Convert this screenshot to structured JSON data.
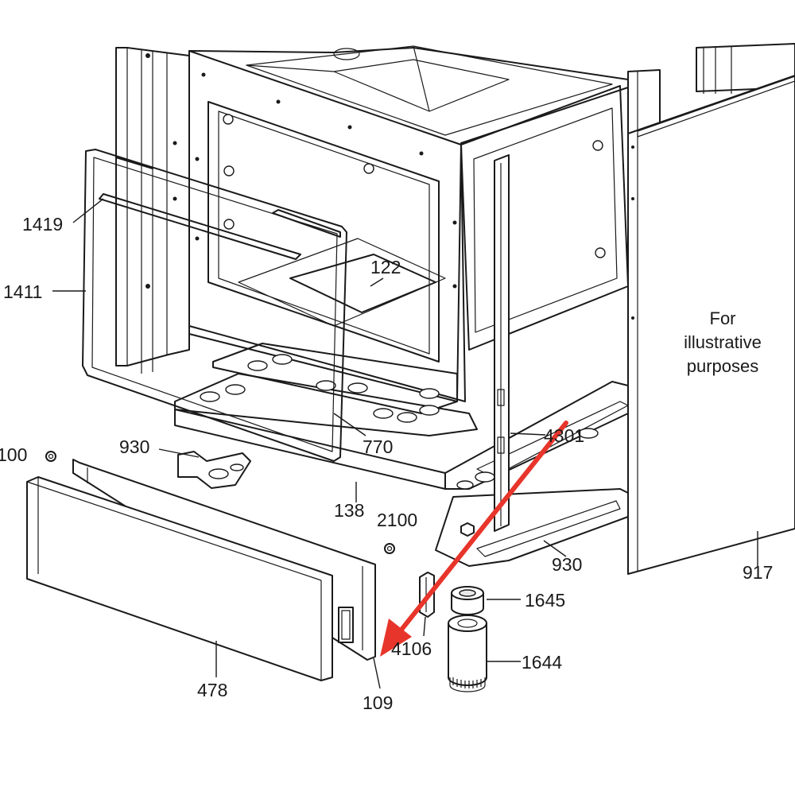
{
  "labels": {
    "p1419": "1419",
    "p1411": "1411",
    "p122": "122",
    "p100": "100",
    "p930a": "930",
    "p770": "770",
    "p4301": "4301",
    "p138": "138",
    "p2100": "2100",
    "p930b": "930",
    "p917": "917",
    "p1645": "1645",
    "p478": "478",
    "p4106": "4106",
    "p1644": "1644",
    "p109": "109"
  },
  "note": [
    "For",
    "illustrative",
    "purposes"
  ],
  "colors": {
    "highlight_arrow": "#e8352b",
    "line": "#1a1a1a",
    "background": "#ffffff"
  }
}
